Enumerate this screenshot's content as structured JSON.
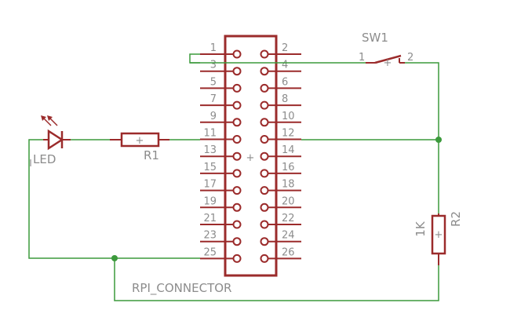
{
  "connector": {
    "name": "RPI_CONNECTOR",
    "left_pins": [
      "1",
      "3",
      "5",
      "7",
      "9",
      "11",
      "13",
      "15",
      "17",
      "19",
      "21",
      "23",
      "25"
    ],
    "right_pins": [
      "2",
      "4",
      "6",
      "8",
      "10",
      "12",
      "14",
      "16",
      "18",
      "20",
      "22",
      "24",
      "26"
    ],
    "origin_mark": "+"
  },
  "components": {
    "led": {
      "name": "LED"
    },
    "r1": {
      "name": "R1",
      "mark": "+"
    },
    "r2": {
      "name": "R2",
      "value": "1K",
      "mark": "+"
    },
    "sw1": {
      "name": "SW1",
      "pin1": "1",
      "pin2": "2",
      "mark": "+"
    }
  },
  "colors": {
    "part": "#9b2b2b",
    "wire": "#3c9a3c",
    "text": "#8c8c8c",
    "junction": "#3c9a3c"
  }
}
